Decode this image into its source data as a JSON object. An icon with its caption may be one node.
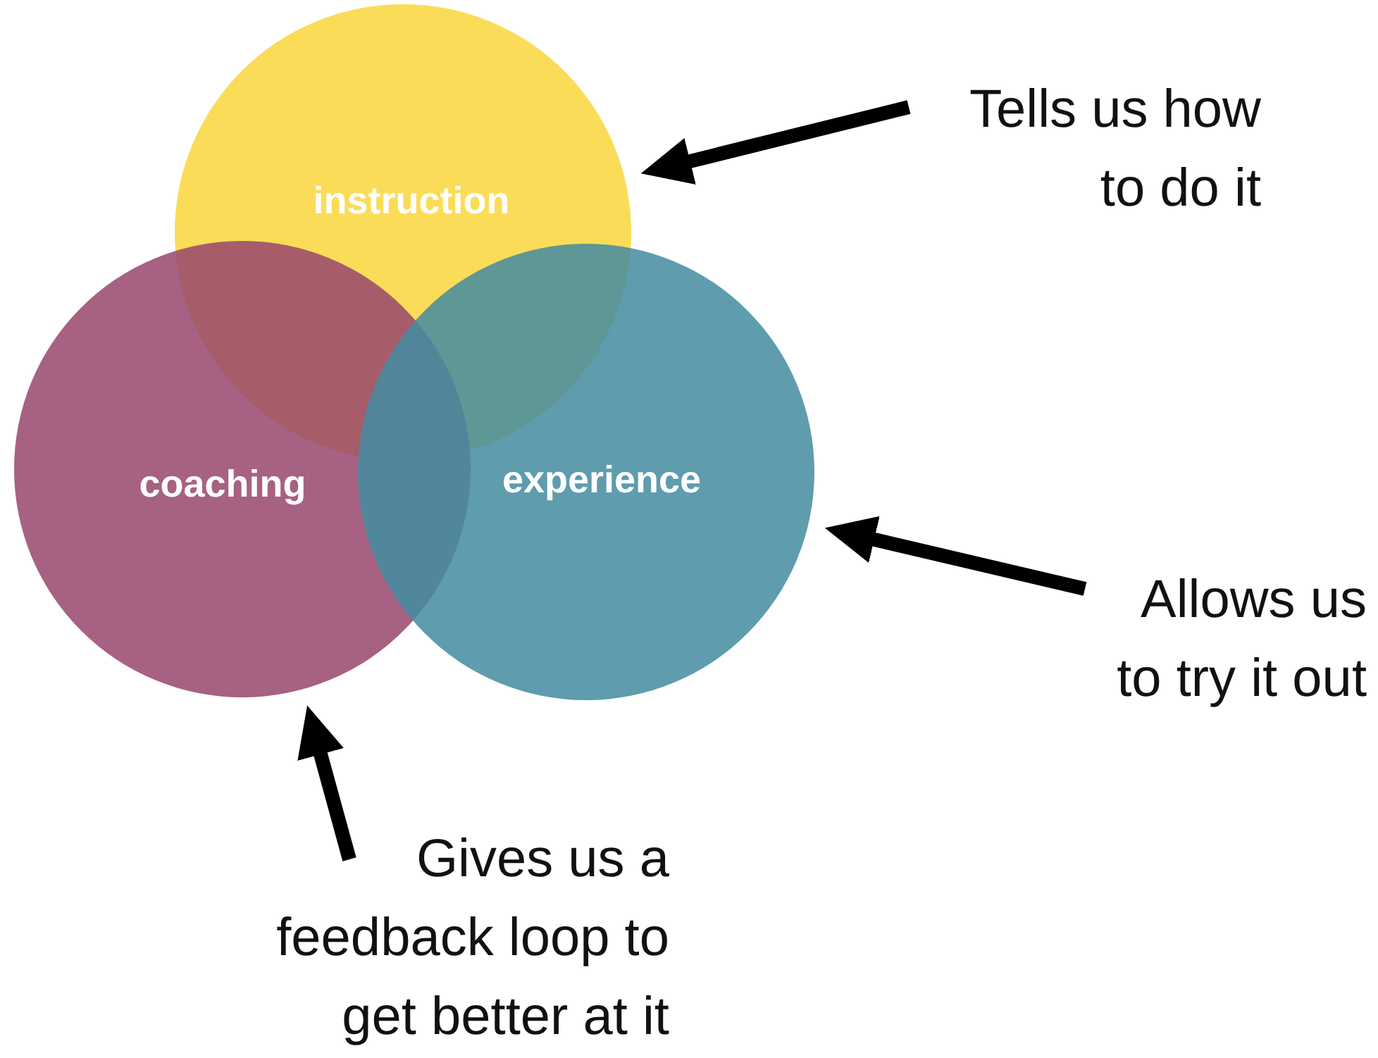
{
  "diagram": {
    "nodes": [
      {
        "text": [
          "instruction"
        ]
      },
      {
        "text": [
          "coaching"
        ]
      },
      {
        "text": [
          "experience"
        ]
      },
      {
        "text": [
          "Tells us how to do it"
        ]
      },
      {
        "text": [
          "Allows us to try it out"
        ]
      },
      {
        "text": [
          "Gives us a feedback loop to get better at it"
        ]
      }
    ],
    "edges": [
      {
        "from": 3,
        "to": 0,
        "arrow": "to"
      },
      {
        "from": 4,
        "to": 2,
        "arrow": "to"
      },
      {
        "from": 5,
        "to": 1,
        "arrow": "to"
      }
    ]
  }
}
